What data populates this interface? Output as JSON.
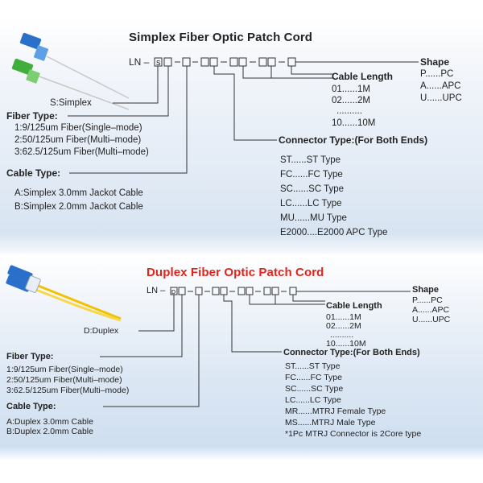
{
  "simplex": {
    "title": "Simplex Fiber Optic Patch Cord",
    "code": {
      "prefix": "LN –",
      "mid": "–",
      "end": "–"
    },
    "type_label": "S:Simplex",
    "fiber_type": {
      "heading": "Fiber Type:",
      "items": [
        "1:9/125um Fiber(Single–mode)",
        "2:50/125um Fiber(Multi–mode)",
        "3:62.5/125um Fiber(Multi–mode)"
      ]
    },
    "cable_type": {
      "heading": "Cable Type:",
      "items": [
        "A:Simplex 3.0mm Jackot Cable",
        "B:Simplex 2.0mm Jackot Cable"
      ]
    },
    "cable_length": {
      "heading": "Cable Length",
      "items": [
        "01......1M",
        "02......2M",
        "..........",
        "10......10M"
      ]
    },
    "shape": {
      "heading": "Shape",
      "items": [
        "P......PC",
        "A......APC",
        "U......UPC"
      ]
    },
    "connector_type": {
      "heading": "Connector Type:(For Both Ends)",
      "items": [
        "ST......ST Type",
        "FC......FC Type",
        "SC......SC Type",
        "LC......LC Type",
        "MU......MU Type",
        "E2000....E2000 APC Type"
      ]
    }
  },
  "duplex": {
    "title": "Duplex Fiber Optic Patch Cord",
    "code": {
      "prefix": "LN –",
      "mid": "–",
      "end": "–"
    },
    "type_label": "D:Duplex",
    "fiber_type": {
      "heading": "Fiber Type:",
      "items": [
        "1:9/125um Fiber(Single–mode)",
        "2:50/125um Fiber(Multi–mode)",
        "3:62.5/125um Fiber(Multi–mode)"
      ]
    },
    "cable_type": {
      "heading": "Cable Type:",
      "items": [
        "A:Duplex 3.0mm  Cable",
        "B:Duplex 2.0mm  Cable"
      ]
    },
    "cable_length": {
      "heading": "Cable Length",
      "items": [
        "01......1M",
        "02......2M",
        "..........",
        "10......10M"
      ]
    },
    "shape": {
      "heading": "Shape",
      "items": [
        "P......PC",
        "A......APC",
        "U......UPC"
      ]
    },
    "connector_type": {
      "heading": "Connector Type:(For Both Ends)",
      "items": [
        "ST......ST Type",
        "FC......FC Type",
        "SC......SC Type",
        "LC......LC Type",
        "MR......MTRJ Female Type",
        "MS......MTRJ Male Type",
        "*1Pc MTRJ Connector is 2Core type"
      ]
    }
  },
  "colors": {
    "title_dark": "#222222",
    "title_red": "#e2231a",
    "connector_blue": "#2a6fc9",
    "connector_green": "#3fae3a",
    "cable_yellow": "#f2c200"
  }
}
